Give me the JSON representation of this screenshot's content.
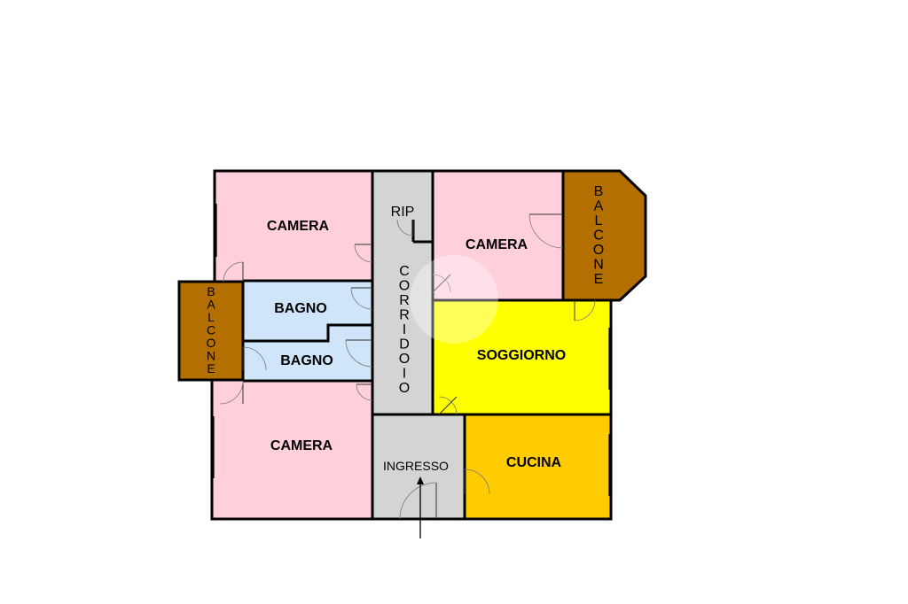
{
  "colors": {
    "camera": "#FFD0DC",
    "bagno": "#CFE6FA",
    "balcone": "#B36F00",
    "corridoio": "#D4D4D4",
    "soggiorno": "#FFFF00",
    "cucina": "#FFCC00",
    "wall": "#000000"
  },
  "rooms": {
    "camera_top_left": "CAMERA",
    "rip": "RIP",
    "camera_top_right": "CAMERA",
    "balcone_right": [
      "B",
      "A",
      "L",
      "C",
      "O",
      "N",
      "E"
    ],
    "balcone_left": [
      "B",
      "A",
      "L",
      "C",
      "O",
      "N",
      "E"
    ],
    "bagno_upper": "BAGNO",
    "bagno_lower": "BAGNO",
    "corridoio": [
      "C",
      "O",
      "R",
      "R",
      "I",
      "D",
      "O",
      "I",
      "O"
    ],
    "soggiorno": "SOGGIORNO",
    "camera_bottom": "CAMERA",
    "ingresso": "INGRESSO",
    "cucina": "CUCINA"
  },
  "icons": {
    "entrance": "arrow-up-icon",
    "watermark": "circle-watermark-icon"
  }
}
